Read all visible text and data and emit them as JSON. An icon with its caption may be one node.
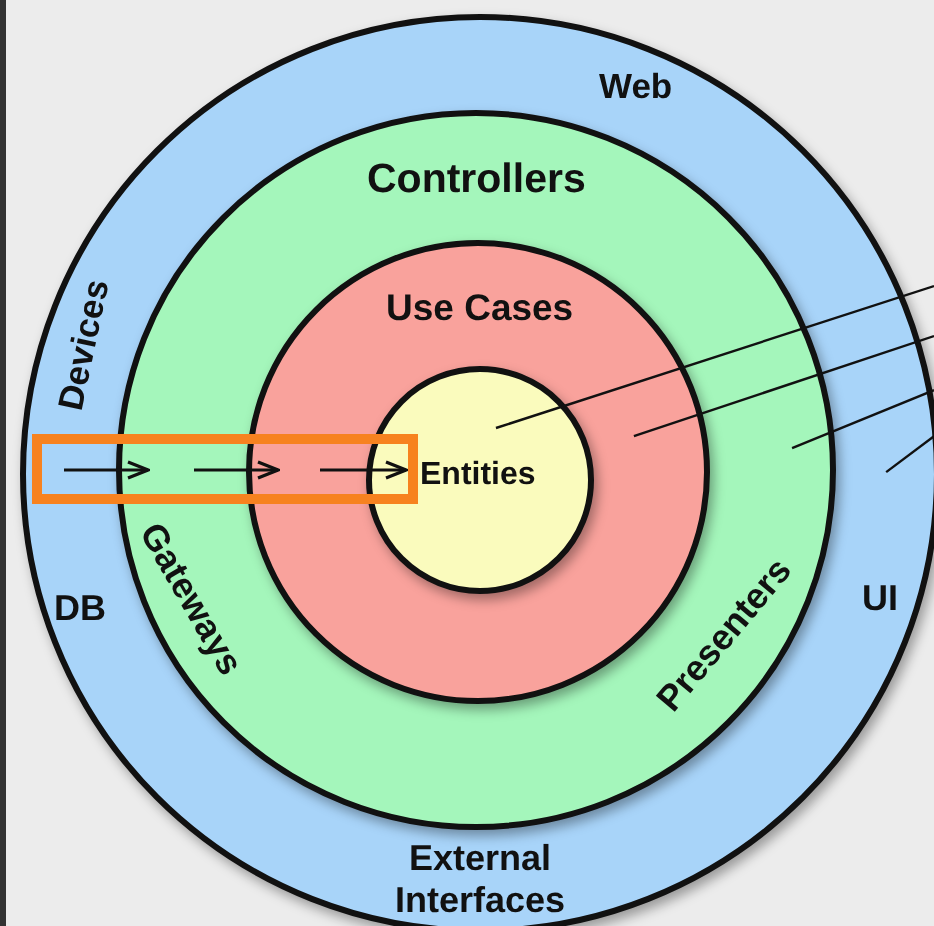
{
  "diagram": {
    "nodes": [
      {
        "text": [
          "Devices",
          "Web",
          "DB",
          "UI",
          "External Interfaces"
        ]
      },
      {
        "text": [
          "Controllers",
          "Gateways",
          "Presenters"
        ],
        "in": 0
      },
      {
        "text": [
          "Use Cases"
        ],
        "in": 1
      },
      {
        "text": [
          "Entities"
        ],
        "in": 2
      }
    ],
    "edges": [
      {
        "from": null,
        "to": 3,
        "arrow": "none"
      },
      {
        "from": null,
        "to": 2,
        "arrow": "none"
      },
      {
        "from": null,
        "to": 1,
        "arrow": "none"
      },
      {
        "from": null,
        "to": 0,
        "arrow": "none"
      }
    ]
  }
}
